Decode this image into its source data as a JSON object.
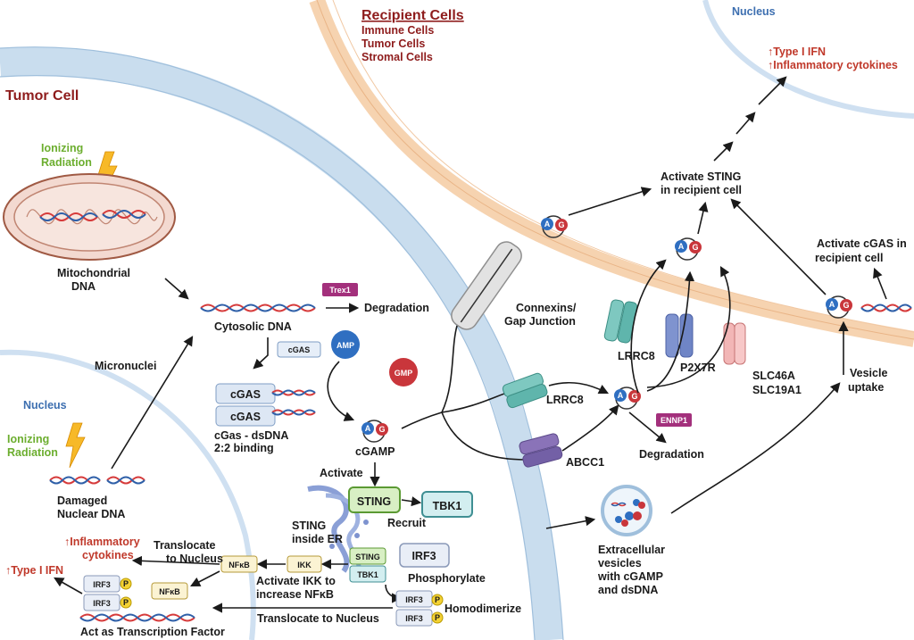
{
  "tumor_cell": "Tumor Cell",
  "recipient": {
    "title": "Recipient Cells",
    "types": [
      "Immune Cells",
      "Tumor Cells",
      "Stromal Cells"
    ]
  },
  "nucleus_top": "Nucleus",
  "nucleus_bottom": "Nucleus",
  "outputs_top": [
    "↑Type I IFN",
    "↑Inflammatory cytokines"
  ],
  "ionizing_radiation": [
    "Ionizing",
    "Radiation"
  ],
  "mito_dna": [
    "Mitochondrial",
    "DNA"
  ],
  "cytosolic_dna": "Cytosolic DNA",
  "trex1": "Trex1",
  "degradation": "Degradation",
  "cgas_small": "cGAS",
  "amp": "AMP",
  "gmp": "GMP",
  "cgas_box": "cGAS",
  "cgas_binding": [
    "cGas - dsDNA",
    "2:2 binding"
  ],
  "cgamp": "cGAMP",
  "micronuclei": "Micronuclei",
  "damaged_dna": [
    "Damaged",
    "Nuclear DNA"
  ],
  "activate": "Activate",
  "sting": "STING",
  "tbk1": "TBK1",
  "recruit": "Recruit",
  "sting_er": [
    "STING",
    "inside ER"
  ],
  "irf3": "IRF3",
  "phosphorylate": "Phosphorylate",
  "homodimerize": "Homodimerize",
  "ikk": "IKK",
  "nfkb": "NFκB",
  "activate_ikk": [
    "Activate IKK to",
    "increase NFκB"
  ],
  "translocate_nucleus_1": [
    "Translocate",
    "to Nucleus"
  ],
  "translocate_nucleus_2": "Translocate to Nucleus",
  "outputs_bottom": [
    "↑Inflammatory",
    "cytokines",
    "↑Type I IFN"
  ],
  "transcription_factor": "Act as Transcription Factor",
  "p": "P",
  "a": "A",
  "g": "G",
  "connexins": [
    "Connexins/",
    "Gap Junction"
  ],
  "lrrc8": "LRRC8",
  "abcc1": "ABCC1",
  "enpp1": "ENNP1",
  "degradation2": "Degradation",
  "lrrc8_recipient": "LRRC8",
  "p2x7r": "P2X7R",
  "slc": [
    "SLC46A",
    "SLC19A1"
  ],
  "activate_sting": [
    "Activate STING",
    "in recipient cell"
  ],
  "activate_cgas": [
    "Activate cGAS in",
    "recipient cell"
  ],
  "vesicle_uptake": [
    "Vesicle",
    "uptake"
  ],
  "ev": [
    "Extracellular",
    "vesicles",
    "with cGAMP",
    "and dsDNA"
  ],
  "colors": {
    "dark_red": "#8e1c1c",
    "red": "#c0392b",
    "green": "#6cae2f",
    "nucleus_blue": "#3d6fb0",
    "membrane_blue": "#b9d3ea",
    "membrane_orange": "#f6d3b0"
  }
}
